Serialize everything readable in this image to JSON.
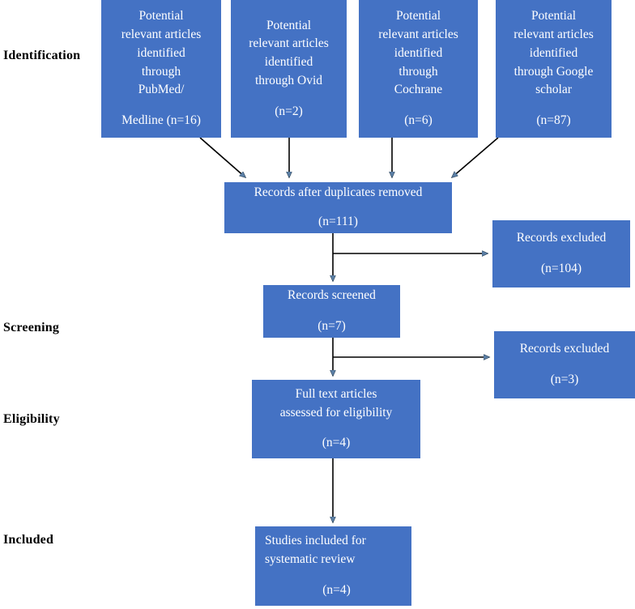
{
  "diagram": {
    "type": "prisma-flow-diagram",
    "title": "",
    "box_color": "#4472C4",
    "text_color": "#FFFFFF",
    "line_color": "#000000",
    "stage_labels": [
      {
        "id": "identification",
        "text": "Identification"
      },
      {
        "id": "screening",
        "text": "Screening"
      },
      {
        "id": "eligibility",
        "text": "Eligibility"
      },
      {
        "id": "included",
        "text": "Included"
      }
    ],
    "sources": [
      {
        "id": "pubmed",
        "lines": [
          "Potential",
          "relevant articles",
          "identified",
          "through",
          "PubMed/"
        ],
        "count_line": "Medline (n=16)",
        "n": 16
      },
      {
        "id": "ovid",
        "lines": [
          "Potential",
          "relevant articles",
          "identified",
          "through Ovid"
        ],
        "count_line": "(n=2)",
        "n": 2
      },
      {
        "id": "cochrane",
        "lines": [
          "Potential",
          "relevant articles",
          "identified",
          "through",
          "Cochrane"
        ],
        "count_line": "(n=6)",
        "n": 6
      },
      {
        "id": "google-scholar",
        "lines": [
          "Potential",
          "relevant articles",
          "identified",
          "through Google",
          "scholar"
        ],
        "count_line": "(n=87)",
        "n": 87
      }
    ],
    "nodes": {
      "duplicates_removed": {
        "line1": "Records after duplicates removed",
        "count_line": "(n=111)",
        "n": 111
      },
      "records_screened": {
        "line1": "Records screened",
        "count_line": "(n=7)",
        "n": 7
      },
      "records_excluded_1": {
        "line1": "Records excluded",
        "count_line": "(n=104)",
        "n": 104
      },
      "records_excluded_2": {
        "line1": "Records excluded",
        "count_line": "(n=3)",
        "n": 3
      },
      "full_text_assessed": {
        "line1": "Full text articles",
        "line2": "assessed for eligibility",
        "count_line": "(n=4)",
        "n": 4
      },
      "studies_included": {
        "line1": "Studies included for",
        "line2": "systematic review",
        "count_line": "(n=4)",
        "n": 4
      }
    }
  }
}
